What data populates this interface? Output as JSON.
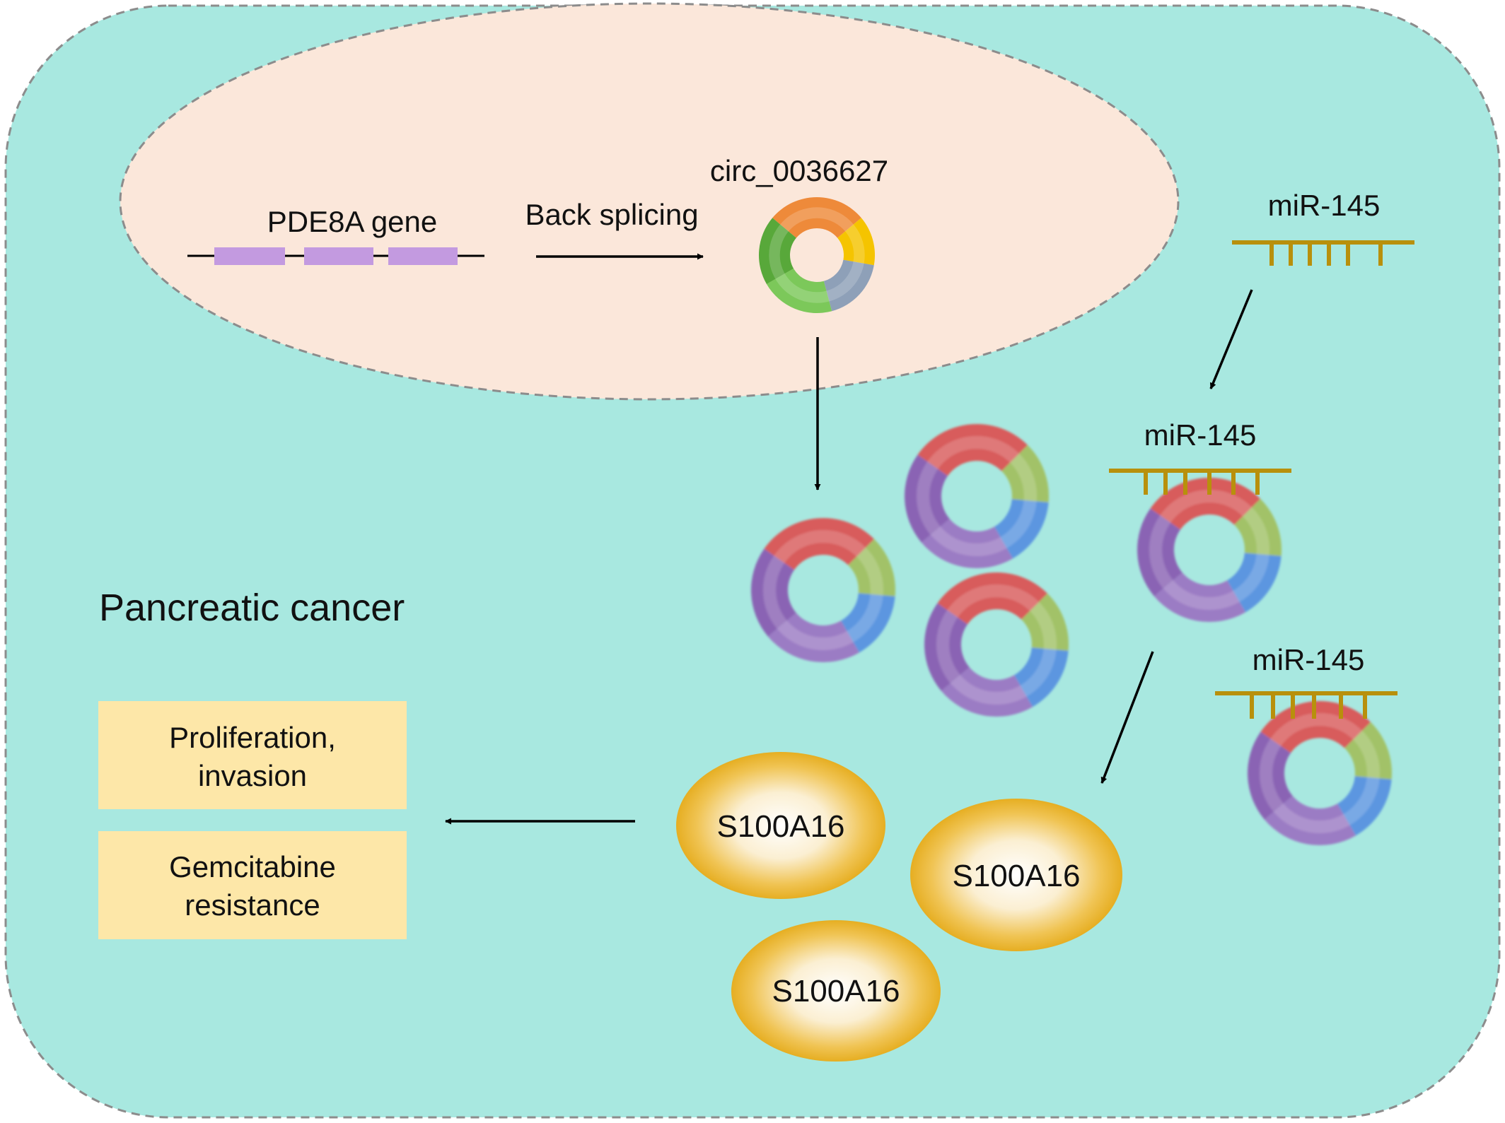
{
  "labels": {
    "gene": "PDE8A gene",
    "back_splicing": "Back splicing",
    "circrna": "circ_0036627",
    "mirna_free": "miR-145",
    "mirna_bound_1": "miR-145",
    "mirna_bound_2": "miR-145",
    "cell_label": "Pancreatic cancer",
    "protein_1": "S100A16",
    "protein_2": "S100A16",
    "protein_3": "S100A16",
    "outcome_1_line_1": "Proliferation,",
    "outcome_1_line_2": "invasion",
    "outcome_2_line_1": "Gemcitabine",
    "outcome_2_line_2": "resistance"
  },
  "colors": {
    "cell_fill": "#a8e8e0",
    "cell_border": "#8c8c8c",
    "nucleus_fill": "#fbe7da",
    "exon": "#c39ae0",
    "mirna": "#b8900c",
    "protein_rim": "#e8b42a",
    "outcome_box": "#fde7a8",
    "ring_nuclear": [
      "#ee8a3a",
      "#f5c400",
      "#8ea0b8",
      "#7cc85a",
      "#58a83a"
    ],
    "ring_cytoplasmic": [
      "#d85c5c",
      "#a2c268",
      "#5c96e0",
      "#9b7cc4",
      "#8a63b4"
    ]
  }
}
